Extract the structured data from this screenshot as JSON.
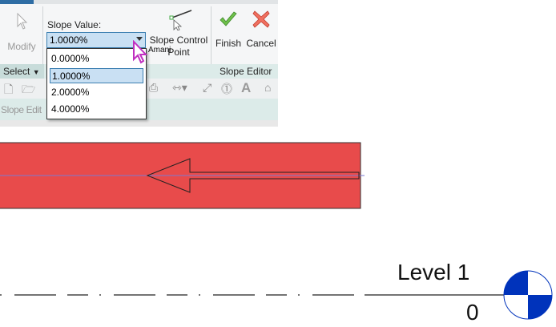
{
  "ribbon": {
    "modify_label": "Modify",
    "slope_value_label": "Slope Value:",
    "slope_value": "1.0000%",
    "slope_options": [
      "0.0000%",
      "1.0000%",
      "2.0000%",
      "4.0000%"
    ],
    "selected_index": 1,
    "slope_control_point_label_1": "Slope Control",
    "slope_control_point_label_2": "Point",
    "finish_label": "Finish",
    "cancel_label": "Cancel",
    "select_panel_label": "Select",
    "slope_editor_panel_label": "Slope Editor",
    "slope_edit_bar_label": "Slope Edit",
    "cursor_tooltip": "Amani"
  },
  "canvas": {
    "level_name": "Level 1",
    "level_elevation": "0",
    "floor_color": "#e84b4b",
    "level_head_color": "#0033bb"
  }
}
